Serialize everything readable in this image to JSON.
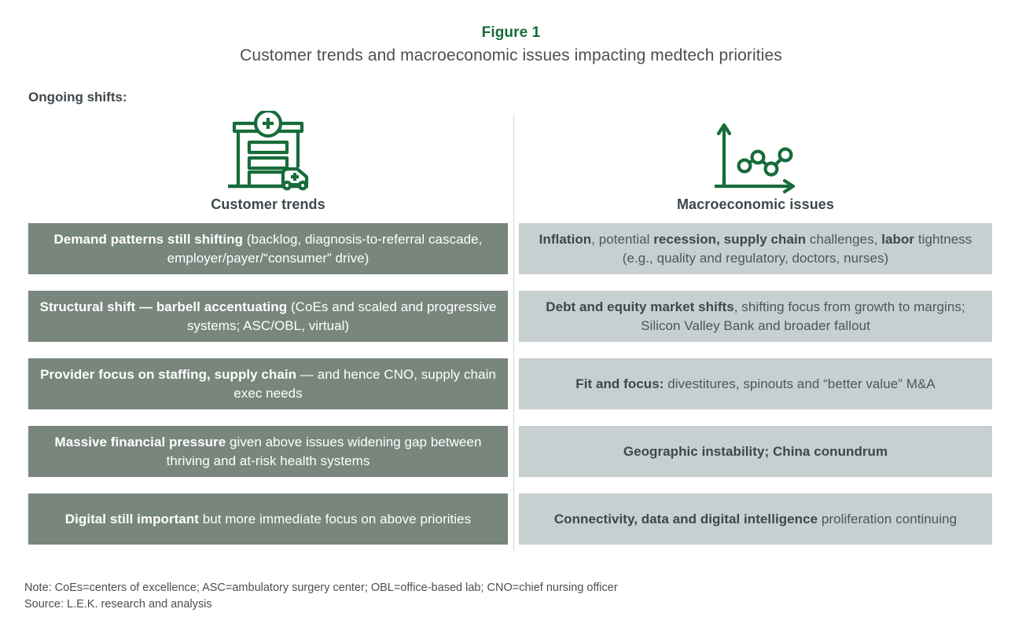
{
  "header": {
    "figure_label": "Figure 1",
    "figure_title": "Customer trends and macroeconomic issues impacting medtech priorities",
    "section_label": "Ongoing shifts:"
  },
  "colors": {
    "accent_green": "#176c3a",
    "left_cell_bg": "#78867d",
    "right_cell_bg": "#c7cfd0",
    "left_cell_text": "#ffffff",
    "right_cell_text": "#4e565c",
    "title_text": "#4a4f54",
    "divider": "#d5d9da"
  },
  "columns": [
    {
      "id": "customer-trends",
      "icon": "hospital-ambulance-icon",
      "header": "Customer trends",
      "cells": [
        {
          "bold": "Demand patterns still shifting",
          "rest": " (backlog, diagnosis-to-referral cascade, employer/payer/“consumer” drive)"
        },
        {
          "bold": "Structural shift — barbell accentuating",
          "rest": " (CoEs and scaled and progressive systems; ASC/OBL, virtual)"
        },
        {
          "bold": "Provider focus on staffing, supply chain",
          "rest": " — and hence CNO, supply chain exec needs"
        },
        {
          "bold": "Massive financial pressure",
          "rest": " given above issues widening gap between thriving and at-risk health systems"
        },
        {
          "bold": "Digital still important",
          "rest": " but more immediate focus on above priorities"
        }
      ]
    },
    {
      "id": "macroeconomic-issues",
      "icon": "line-chart-icon",
      "header": "Macroeconomic issues",
      "cells": [
        {
          "bold": "Inflation",
          "rest": ", potential ",
          "bold2": "recession, supply chain",
          "rest2": " challenges, ",
          "bold3": "labor",
          "rest3": " tightness (e.g., quality and regulatory, doctors, nurses)"
        },
        {
          "bold": "Debt and equity market shifts",
          "rest": ", shifting focus from growth to margins; Silicon Valley Bank and broader fallout"
        },
        {
          "bold": "Fit and focus:",
          "rest": " divestitures, spinouts and “better value” M&A"
        },
        {
          "bold": "Geographic instability; China conundrum",
          "rest": ""
        },
        {
          "bold": "Connectivity, data and digital intelligence",
          "rest": " proliferation continuing"
        }
      ]
    }
  ],
  "footer": {
    "note": "Note: CoEs=centers of excellence; ASC=ambulatory surgery center; OBL=office-based lab; CNO=chief nursing officer",
    "source": "Source: L.E.K. research and analysis"
  }
}
